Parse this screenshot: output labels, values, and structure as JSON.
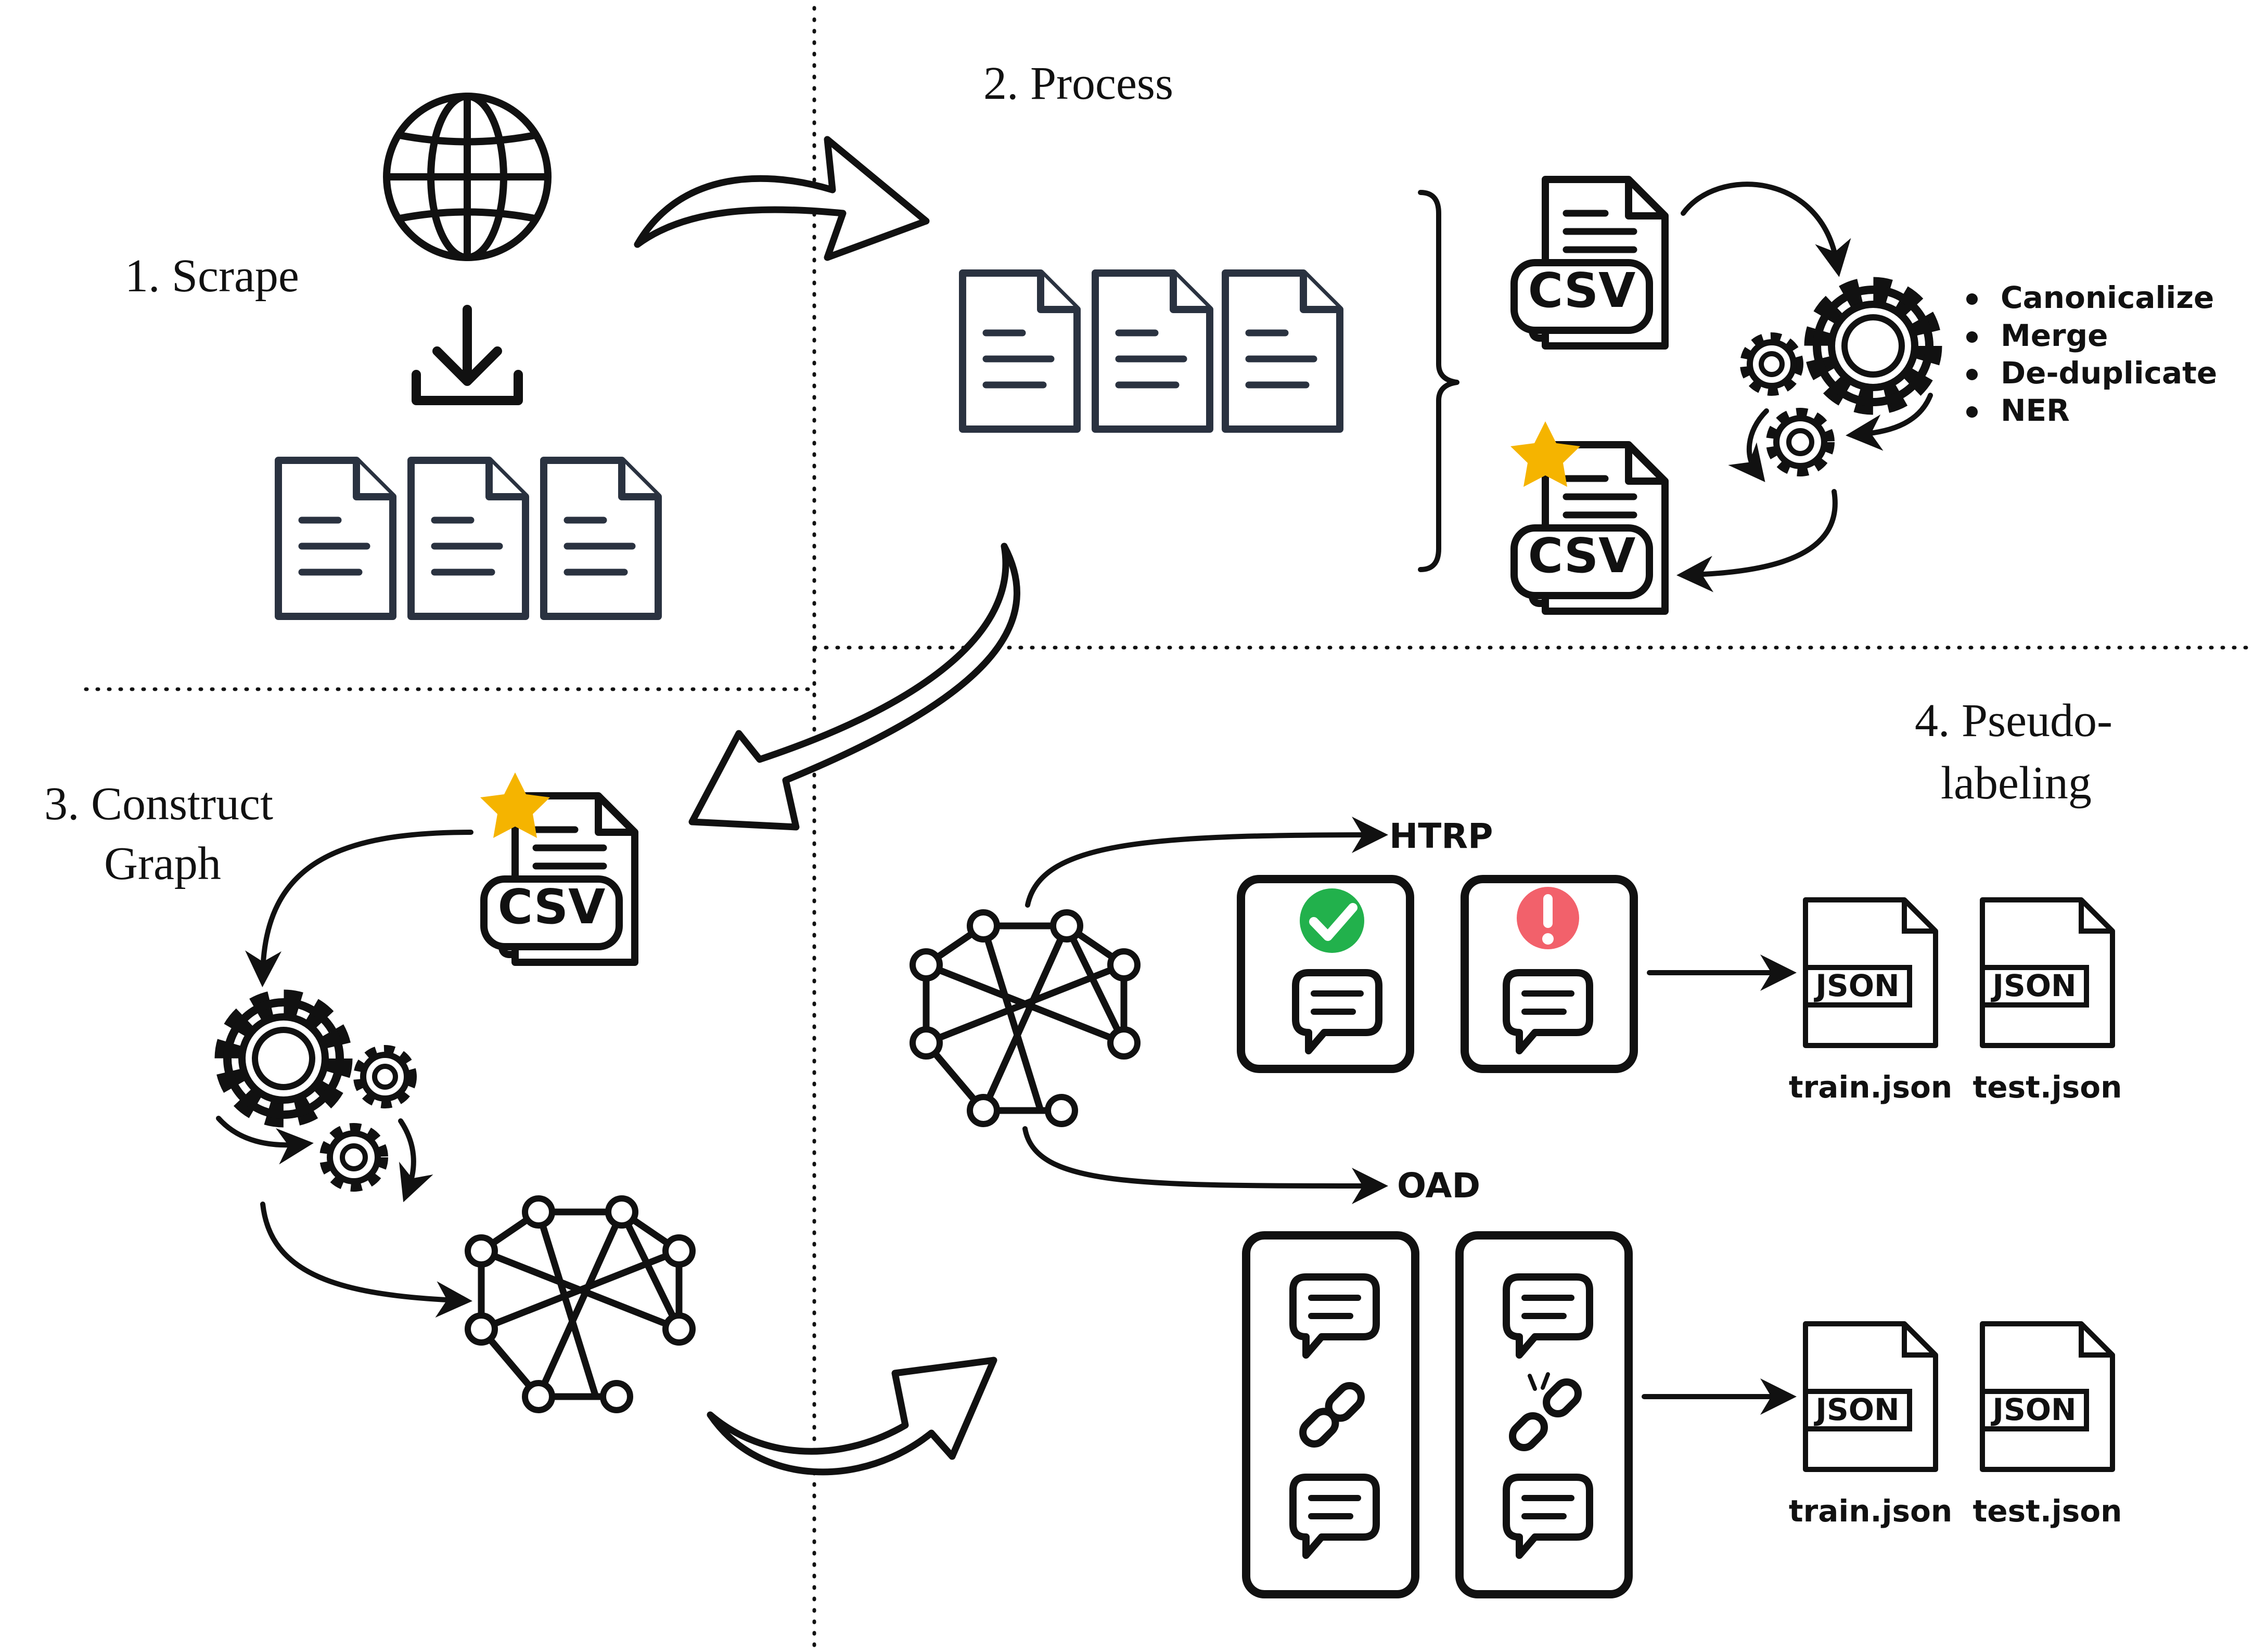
{
  "steps": {
    "scrape": "1. Scrape",
    "process": "2. Process",
    "construct_line1": "3. Construct",
    "construct_line2": "Graph",
    "pseudo_line1": "4. Pseudo-",
    "pseudo_line2": "labeling"
  },
  "file_labels": {
    "csv": "CSV",
    "json": "JSON"
  },
  "process_ops": [
    "Canonicalize",
    "Merge",
    "De-duplicate",
    "NER"
  ],
  "tasks": {
    "htrp": "HTRP",
    "oad": "OAD"
  },
  "outputs": {
    "train": "train.json",
    "test": "test.json"
  },
  "colors": {
    "ink": "#111111",
    "doc_ink": "#2a3240",
    "star": "#f5b400",
    "check": "#22b14c",
    "alert": "#f2616b"
  }
}
